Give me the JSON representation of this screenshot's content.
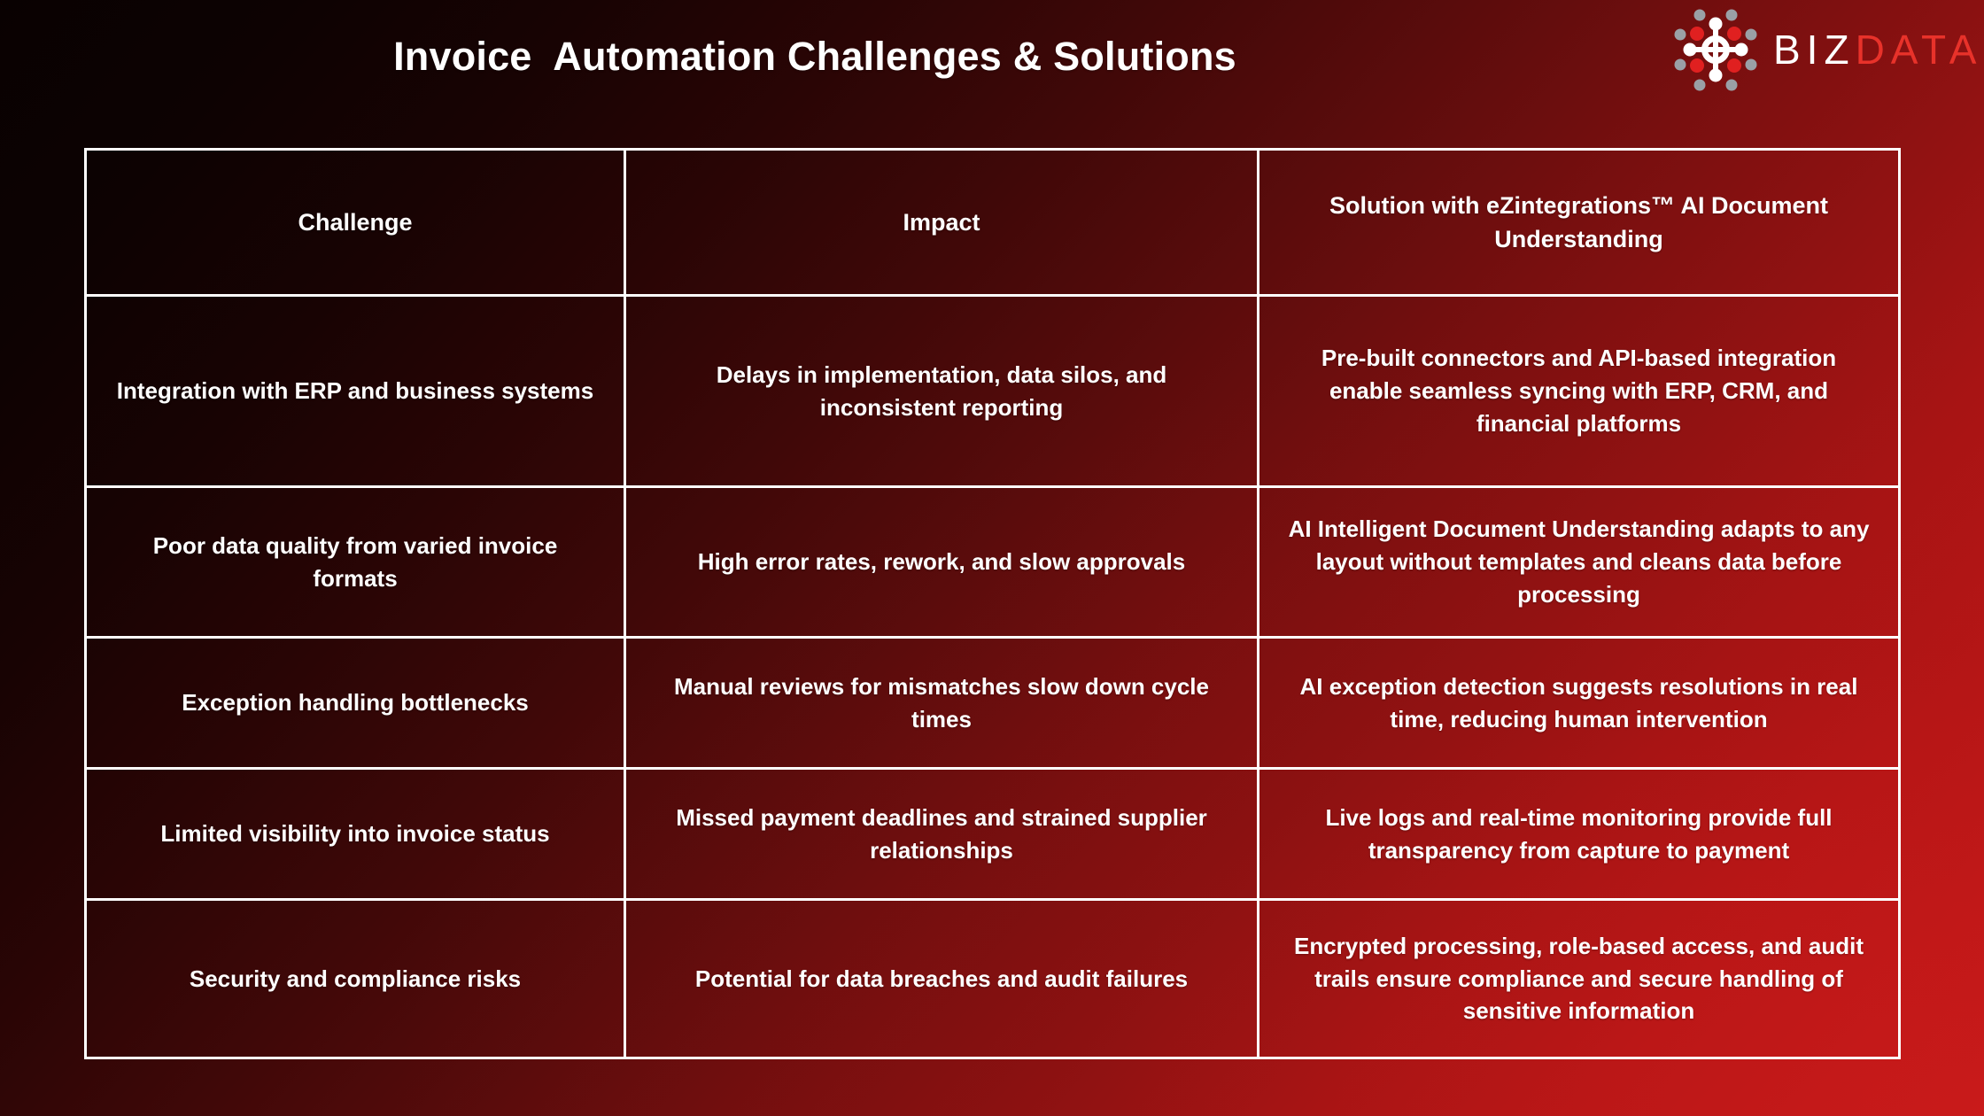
{
  "slide": {
    "title": "Invoice  Automation Challenges & Solutions",
    "background_start": "#090101",
    "background_end": "#c51919",
    "border_color": "#ffffff",
    "text_color": "#ffffff"
  },
  "logo": {
    "icon": "biz-data-network-node-icon",
    "word_primary": "BIZ",
    "word_secondary": "DATA",
    "color_primary": "#ffffff",
    "color_secondary": "#e8322a",
    "node_colors": {
      "center": "#ffffff",
      "inner": "#e02020",
      "outer": "#9aa0a6"
    }
  },
  "table": {
    "headers": [
      "Challenge",
      "Impact",
      "Solution with eZintegrations™ AI Document Understanding"
    ],
    "rows": [
      {
        "challenge": "Integration with ERP and business systems",
        "impact": "Delays in implementation, data silos, and inconsistent reporting",
        "solution": "Pre-built connectors and API-based integration enable seamless syncing with ERP, CRM, and financial platforms"
      },
      {
        "challenge": "Poor data quality from varied invoice formats",
        "impact": "High error rates, rework, and slow approvals",
        "solution": "AI Intelligent Document Understanding adapts to any layout without templates and cleans data before processing"
      },
      {
        "challenge": "Exception handling bottlenecks",
        "impact": "Manual reviews for mismatches slow down cycle times",
        "solution": "AI exception detection suggests resolutions in real time, reducing human intervention"
      },
      {
        "challenge": "Limited visibility into invoice status",
        "impact": "Missed payment deadlines and strained supplier relationships",
        "solution": "Live logs and real-time monitoring provide full transparency from capture to payment"
      },
      {
        "challenge": "Security and compliance risks",
        "impact": "Potential for data breaches and audit failures",
        "solution": "Encrypted processing, role-based access, and audit trails ensure compliance and secure handling of sensitive information"
      }
    ]
  }
}
